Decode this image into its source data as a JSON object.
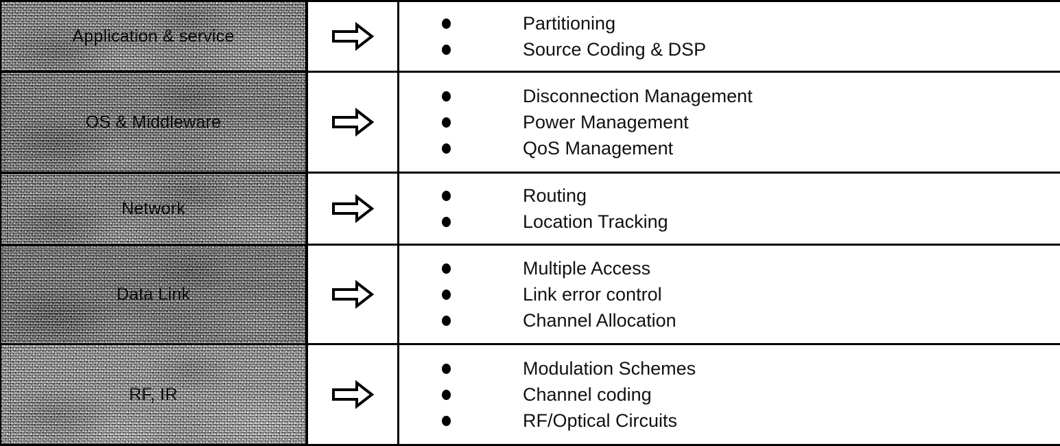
{
  "diagram": {
    "title": "Protocol Stack Layers and Functions",
    "arrow_icon": "right-block-arrow-icon",
    "bullet_icon": "bullet-dot-icon",
    "colors": {
      "border": "#000000",
      "text": "#111111",
      "cell_background": "#ffffff",
      "layer_background": "#8f8f8f"
    },
    "rows": [
      {
        "layer": "Application & service",
        "items": [
          "Partitioning",
          "Source Coding & DSP"
        ]
      },
      {
        "layer": "OS & Middleware",
        "items": [
          "Disconnection Management",
          "Power Management",
          "QoS Management"
        ]
      },
      {
        "layer": "Network",
        "items": [
          "Routing",
          "Location Tracking"
        ]
      },
      {
        "layer": "Data Link",
        "items": [
          "Multiple Access",
          "Link error control",
          "Channel Allocation"
        ]
      },
      {
        "layer": "RF, IR",
        "items": [
          "Modulation Schemes",
          "Channel coding",
          "RF/Optical Circuits"
        ]
      }
    ]
  }
}
